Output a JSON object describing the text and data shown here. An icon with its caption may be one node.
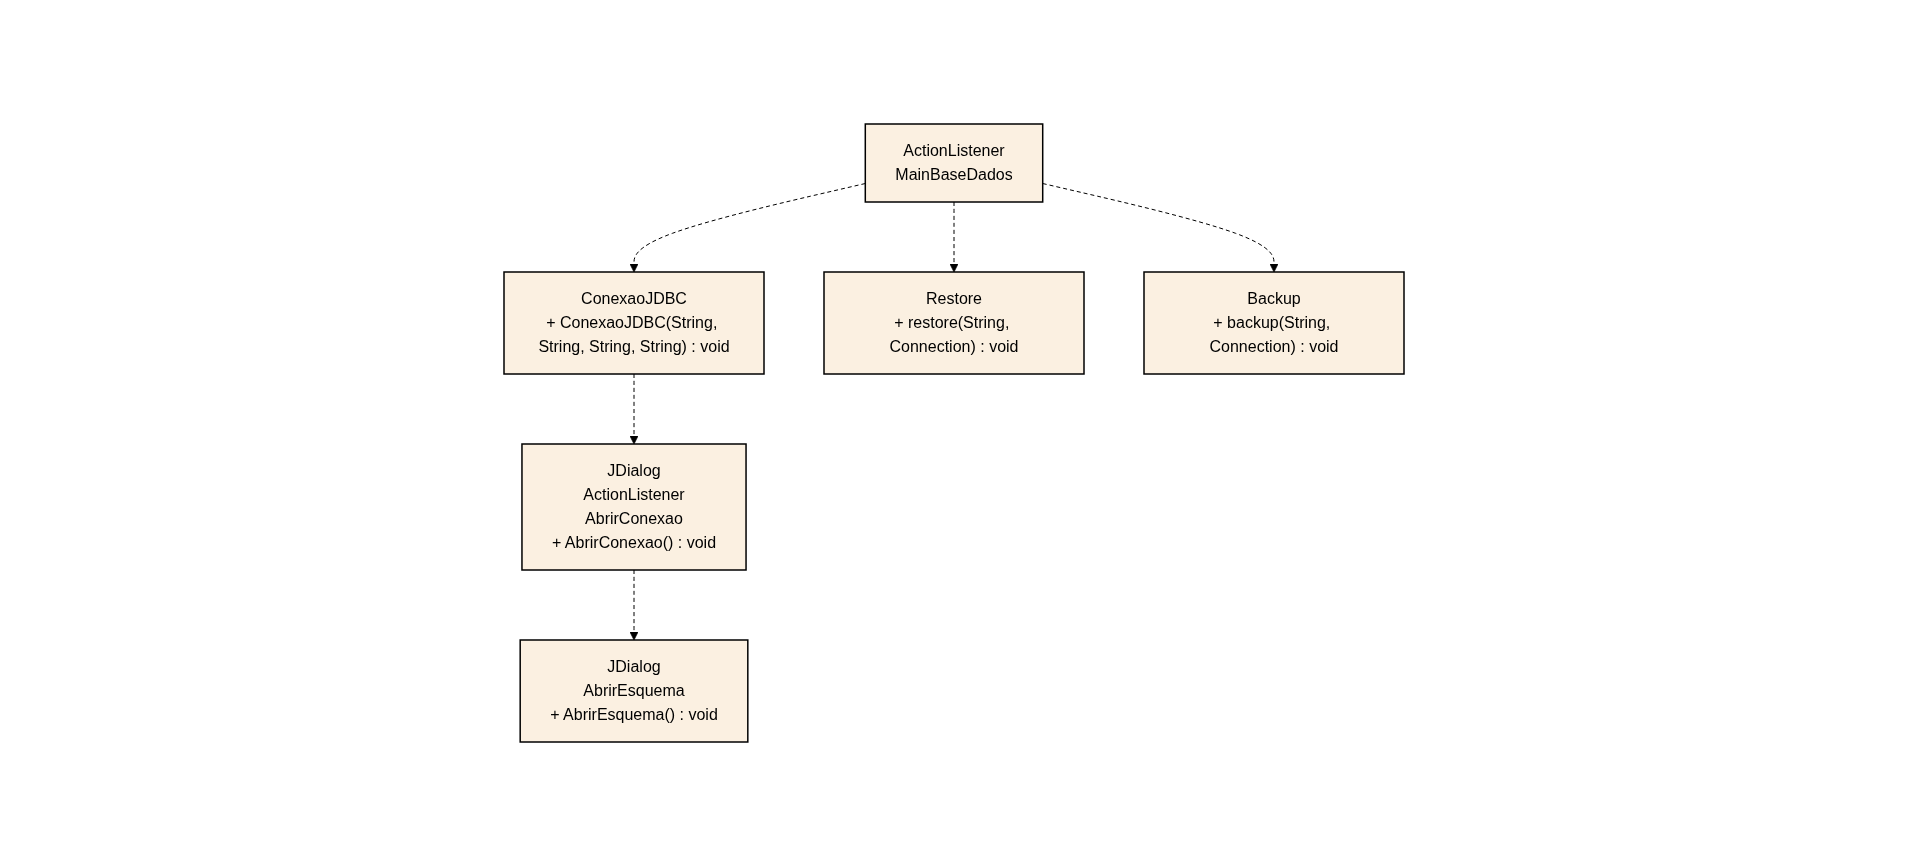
{
  "diagram": {
    "nodes": [
      {
        "text": [
          "ConexaoJDBC",
          "+ ConexaoJDBC(String, String, String, String) : void"
        ]
      },
      {
        "text": [
          "ActionListener",
          "MainBaseDados"
        ]
      },
      {
        "text": [
          "Restore",
          "+ restore(String, Connection) : void"
        ]
      },
      {
        "text": [
          "JDialog",
          "ActionListener",
          "AbrirConexao",
          "+ AbrirConexao() : void"
        ]
      },
      {
        "text": [
          "Backup",
          "+ backup(String, Connection) : void"
        ]
      },
      {
        "text": [
          "JDialog",
          "AbrirEsquema",
          "+ AbrirEsquema() : void"
        ]
      }
    ],
    "edges": [
      {
        "from": 1,
        "to": 0,
        "arrow": "to",
        "style": "dashed"
      },
      {
        "from": 1,
        "to": 2,
        "arrow": "to",
        "style": "dashed"
      },
      {
        "from": 0,
        "to": 3,
        "arrow": "to",
        "style": "dashed"
      },
      {
        "from": 1,
        "to": 4,
        "arrow": "to",
        "style": "dashed"
      },
      {
        "from": 3,
        "to": 5,
        "arrow": "to",
        "style": "dashed"
      }
    ]
  }
}
